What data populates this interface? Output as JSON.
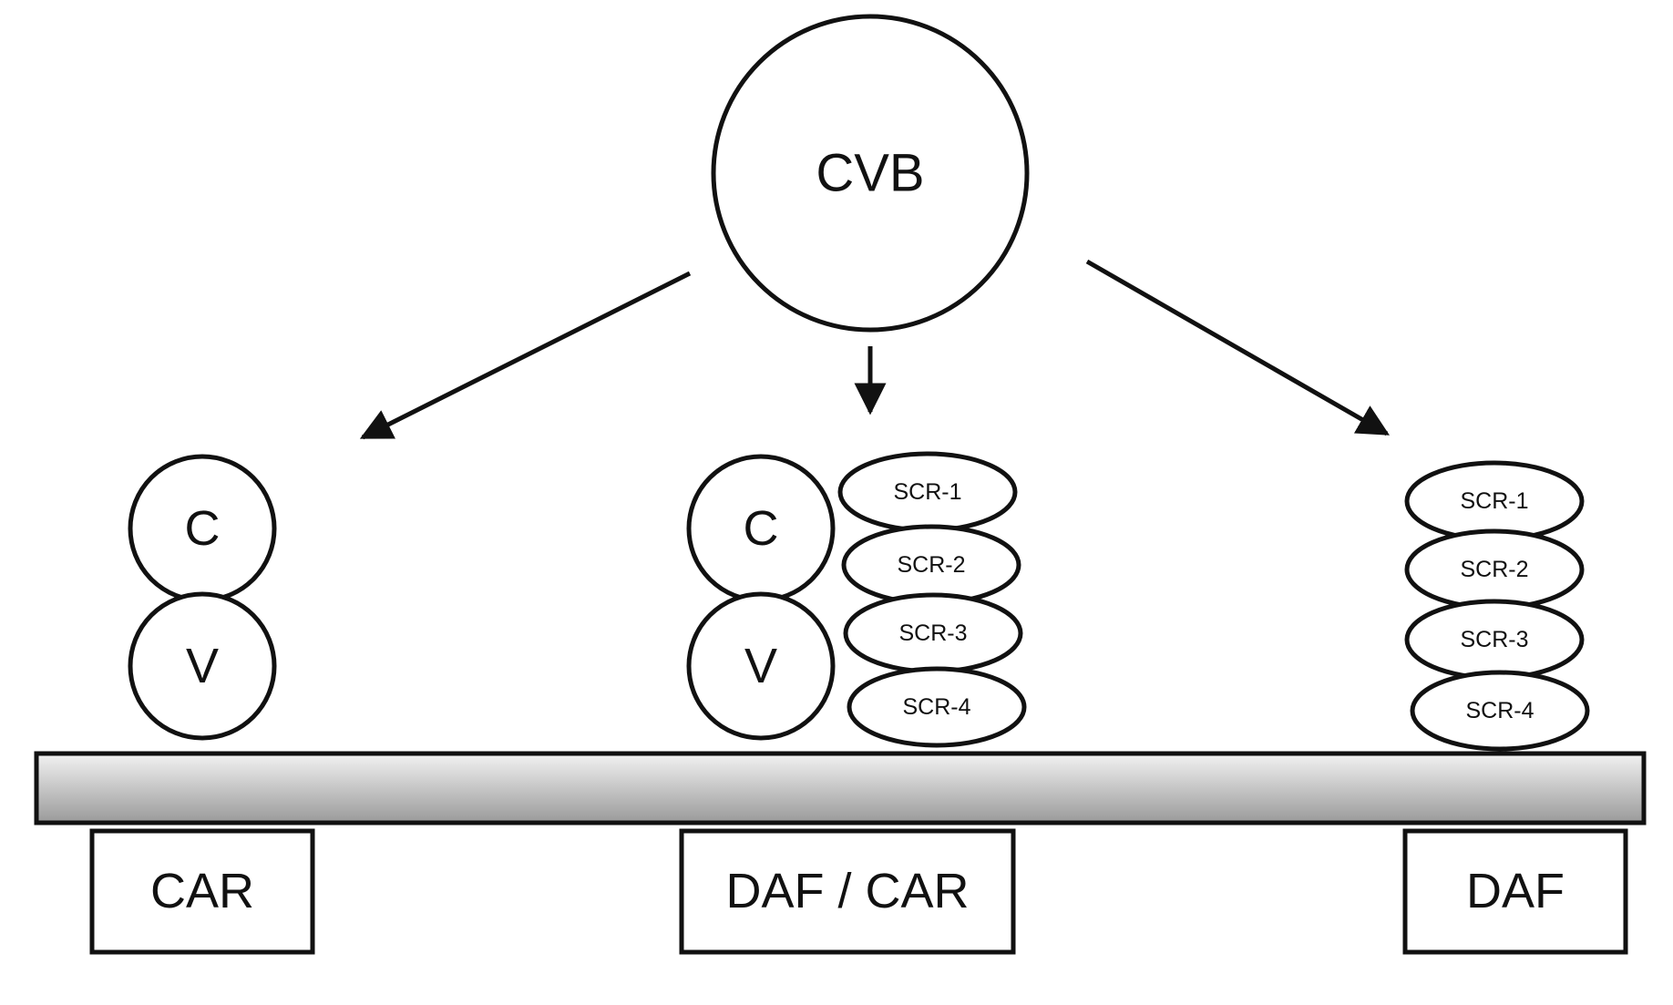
{
  "root": {
    "label": "CVB"
  },
  "groups": [
    {
      "id": "car",
      "domains": [
        "C",
        "V"
      ],
      "scrs": [],
      "receptor_label": "CAR"
    },
    {
      "id": "daf-car",
      "domains": [
        "C",
        "V"
      ],
      "scrs": [
        "SCR-1",
        "SCR-2",
        "SCR-3",
        "SCR-4"
      ],
      "receptor_label": "DAF / CAR"
    },
    {
      "id": "daf",
      "domains": [],
      "scrs": [
        "SCR-1",
        "SCR-2",
        "SCR-3",
        "SCR-4"
      ],
      "receptor_label": "DAF"
    }
  ],
  "colors": {
    "stroke": "#111111",
    "membrane_light": "#f2f2f2",
    "membrane_dark": "#9a9a9a"
  }
}
